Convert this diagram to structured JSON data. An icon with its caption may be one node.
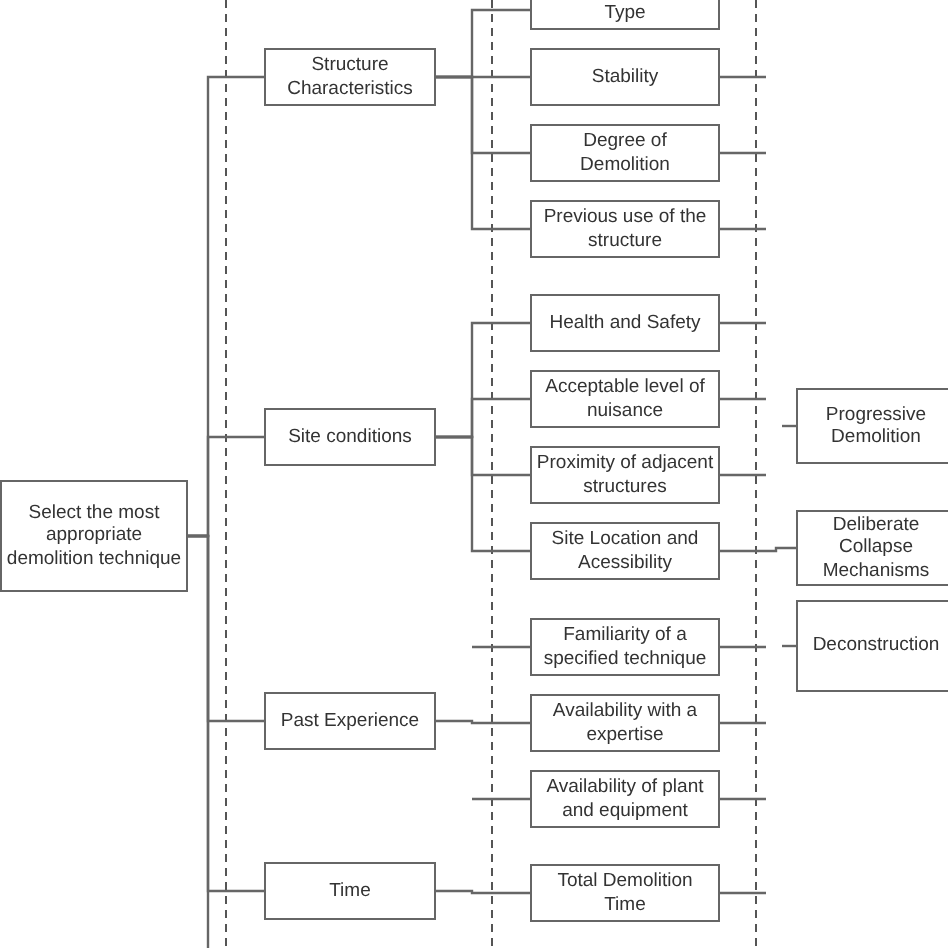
{
  "diagram": {
    "nodes": [
      {
        "text": [
          "Select the most appropriate demolition technique"
        ]
      },
      {
        "text": [
          "Structure Characteristics"
        ]
      },
      {
        "text": [
          "Site conditions"
        ]
      },
      {
        "text": [
          "Past Experience"
        ]
      },
      {
        "text": [
          "Time"
        ]
      },
      {
        "text": [
          "Type"
        ]
      },
      {
        "text": [
          "Stability"
        ]
      },
      {
        "text": [
          "Degree of Demolition"
        ]
      },
      {
        "text": [
          "Previous use of the structure"
        ]
      },
      {
        "text": [
          "Health and Safety"
        ]
      },
      {
        "text": [
          "Acceptable level of nuisance"
        ]
      },
      {
        "text": [
          "Proximity of adjacent structures"
        ]
      },
      {
        "text": [
          "Site Location and Acessibility"
        ]
      },
      {
        "text": [
          "Familiarity of a specified technique"
        ]
      },
      {
        "text": [
          "Availability with a expertise"
        ]
      },
      {
        "text": [
          "Availability of plant and equipment"
        ]
      },
      {
        "text": [
          "Total Demolition Time"
        ]
      },
      {
        "text": [
          "Progressive Demolition"
        ]
      },
      {
        "text": [
          "Deliberate Collapse Mechanisms"
        ]
      },
      {
        "text": [
          "Deconstruction"
        ]
      }
    ],
    "edges": [
      {
        "from": 0,
        "to": 1,
        "arrow": "none"
      },
      {
        "from": 0,
        "to": 2,
        "arrow": "none"
      },
      {
        "from": 0,
        "to": 3,
        "arrow": "none"
      },
      {
        "from": 0,
        "to": 4,
        "arrow": "none"
      },
      {
        "from": 0,
        "to": null,
        "arrow": "none"
      },
      {
        "from": 1,
        "to": 5,
        "arrow": "none"
      },
      {
        "from": 1,
        "to": 6,
        "arrow": "none"
      },
      {
        "from": 1,
        "to": 7,
        "arrow": "none"
      },
      {
        "from": 1,
        "to": 8,
        "arrow": "none"
      },
      {
        "from": 2,
        "to": 9,
        "arrow": "none"
      },
      {
        "from": 2,
        "to": 10,
        "arrow": "none"
      },
      {
        "from": 2,
        "to": 11,
        "arrow": "none"
      },
      {
        "from": 2,
        "to": 12,
        "arrow": "none"
      },
      {
        "from": null,
        "to": 13,
        "arrow": "none"
      },
      {
        "from": 3,
        "to": 14,
        "arrow": "none"
      },
      {
        "from": null,
        "to": 15,
        "arrow": "none"
      },
      {
        "from": 4,
        "to": 16,
        "arrow": "none"
      },
      {
        "from": 6,
        "to": null,
        "arrow": "none"
      },
      {
        "from": 7,
        "to": null,
        "arrow": "none"
      },
      {
        "from": 8,
        "to": null,
        "arrow": "none"
      },
      {
        "from": 9,
        "to": null,
        "arrow": "none"
      },
      {
        "from": 10,
        "to": null,
        "arrow": "none"
      },
      {
        "from": 11,
        "to": null,
        "arrow": "none"
      },
      {
        "from": 12,
        "to": 18,
        "arrow": "none"
      },
      {
        "from": 13,
        "to": null,
        "arrow": "none"
      },
      {
        "from": 14,
        "to": null,
        "arrow": "none"
      },
      {
        "from": 15,
        "to": null,
        "arrow": "none"
      },
      {
        "from": 16,
        "to": null,
        "arrow": "none"
      },
      {
        "from": null,
        "to": 17,
        "arrow": "none"
      },
      {
        "from": null,
        "to": 19,
        "arrow": "none"
      }
    ]
  }
}
